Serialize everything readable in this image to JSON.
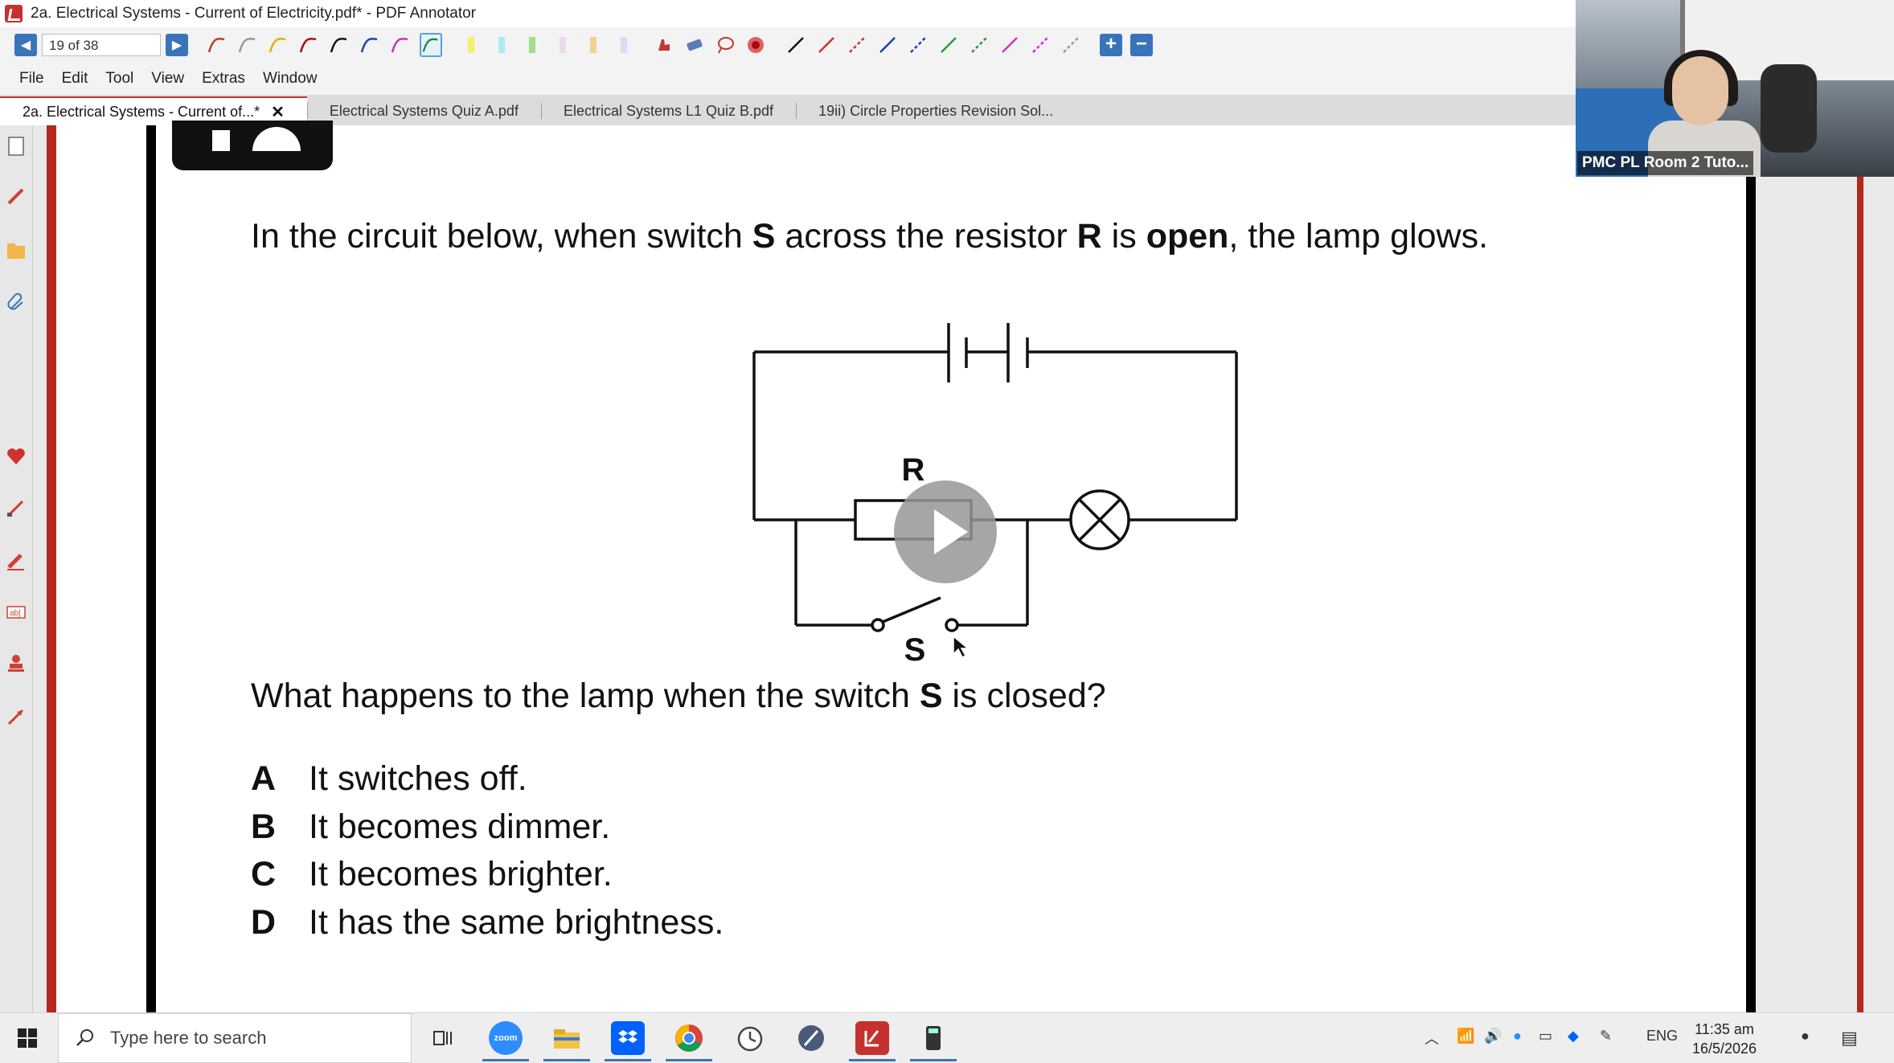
{
  "window": {
    "title": "2a. Electrical Systems - Current of Electricity.pdf* - PDF Annotator"
  },
  "toolbar": {
    "page_indicator": "19 of 38",
    "prev_icon": "arrow-left-icon",
    "next_icon": "arrow-right-icon"
  },
  "menu": [
    "File",
    "Edit",
    "Tool",
    "View",
    "Extras",
    "Window"
  ],
  "tabs": [
    {
      "label": "2a. Electrical Systems - Current of...*",
      "active": true
    },
    {
      "label": "Electrical Systems Quiz A.pdf",
      "active": false
    },
    {
      "label": "Electrical Systems L1 Quiz B.pdf",
      "active": false
    },
    {
      "label": "19ii) Circle Properties Revision Sol...",
      "active": false
    }
  ],
  "document": {
    "question_intro": {
      "p1": "In the circuit below, when switch ",
      "b1": "S",
      "p2": " across the resistor ",
      "b2": "R",
      "p3": " is ",
      "b3": "open",
      "p4": ", the lamp glows."
    },
    "circuit": {
      "resistor_label": "R",
      "switch_label": "S"
    },
    "question": {
      "p1": "What happens to the lamp when the switch ",
      "b1": "S",
      "p2": " is closed?"
    },
    "options": [
      {
        "letter": "A",
        "text": "It switches off."
      },
      {
        "letter": "B",
        "text": "It becomes dimmer."
      },
      {
        "letter": "C",
        "text": "It becomes brighter."
      },
      {
        "letter": "D",
        "text": "It has the same brightness."
      }
    ]
  },
  "video": {
    "caption": "PMC PL Room 2 Tuto..."
  },
  "taskbar": {
    "search_placeholder": "Type here to search",
    "language": "ENG",
    "time": "11:35 am",
    "date": "16/5/2026"
  },
  "colors": {
    "accent_red": "#b5281e",
    "nav_blue": "#3a74b8"
  }
}
